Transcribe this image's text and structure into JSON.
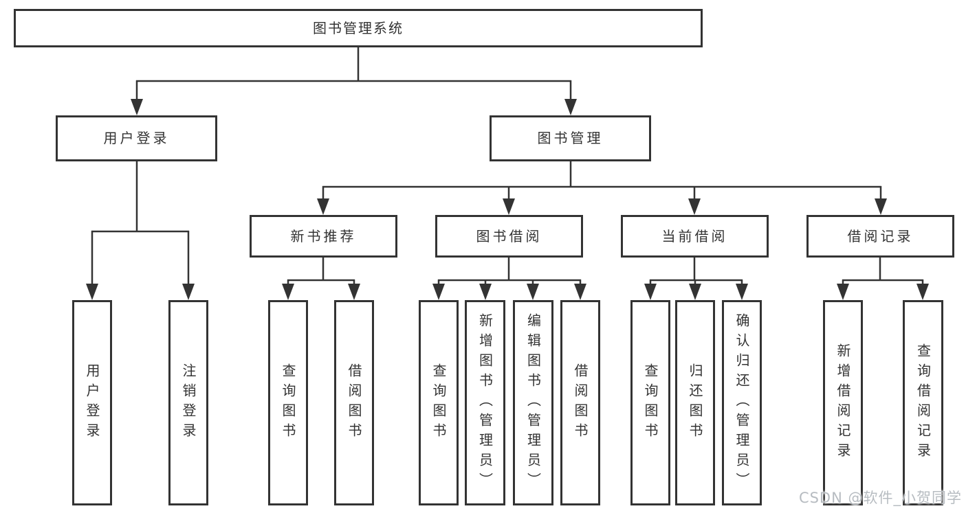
{
  "diagram": {
    "root": {
      "label": "图书管理系统",
      "children": [
        {
          "label": "用户登录",
          "children": [
            {
              "label": "用户登录"
            },
            {
              "label": "注销登录"
            }
          ]
        },
        {
          "label": "图书管理",
          "children": [
            {
              "label": "新书推荐",
              "children": [
                {
                  "label": "查询图书"
                },
                {
                  "label": "借阅图书"
                }
              ]
            },
            {
              "label": "图书借阅",
              "children": [
                {
                  "label": "查询图书"
                },
                {
                  "label": "新增图书（管理员）"
                },
                {
                  "label": "编辑图书（管理员）"
                },
                {
                  "label": "借阅图书"
                }
              ]
            },
            {
              "label": "当前借阅",
              "children": [
                {
                  "label": "查询图书"
                },
                {
                  "label": "归还图书"
                },
                {
                  "label": "确认归还（管理员）"
                }
              ]
            },
            {
              "label": "借阅记录",
              "children": [
                {
                  "label": "新增借阅记录"
                },
                {
                  "label": "查询借阅记录"
                }
              ]
            }
          ]
        }
      ]
    }
  },
  "watermark": {
    "text": "CSDN @软件_小贺同学"
  },
  "colors": {
    "line": "#333333",
    "box_border": "#333333",
    "text": "#333333",
    "watermark": "#b7bcc1",
    "background": "#ffffff"
  }
}
